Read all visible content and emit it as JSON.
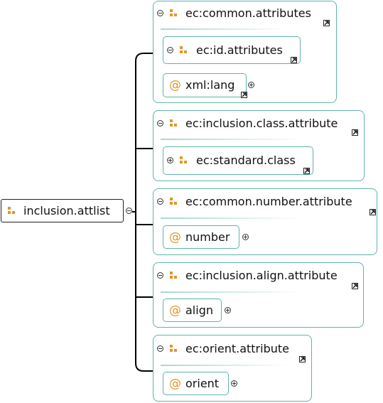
{
  "root": {
    "label": "inclusion.attlist"
  },
  "groups": [
    {
      "title": "ec:common.attributes",
      "children": [
        {
          "kind": "group",
          "label": "ec:id.attributes"
        },
        {
          "kind": "attribute",
          "at": "@",
          "label": "xml:lang"
        }
      ]
    },
    {
      "title": "ec:inclusion.class.attribute",
      "children": [
        {
          "kind": "group",
          "label": "ec:standard.class"
        }
      ]
    },
    {
      "title": "ec:common.number.attribute",
      "children": [
        {
          "kind": "attribute",
          "at": "@",
          "label": "number"
        }
      ]
    },
    {
      "title": "ec:inclusion.align.attribute",
      "children": [
        {
          "kind": "attribute",
          "at": "@",
          "label": "align"
        }
      ]
    },
    {
      "title": "ec:orient.attribute",
      "children": [
        {
          "kind": "attribute",
          "at": "@",
          "label": "orient"
        }
      ]
    }
  ],
  "colors": {
    "border": "#5fb3ad",
    "icon": "#e0962a",
    "connector": "#000000"
  }
}
